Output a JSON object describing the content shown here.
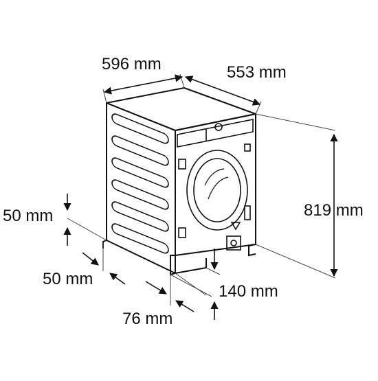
{
  "labels": {
    "width": "596 mm",
    "depth": "553 mm",
    "height": "819 mm",
    "adjust_top": "50 mm",
    "adjust_side": "50 mm",
    "plinth_depth": "76 mm",
    "plinth_height": "140 mm"
  },
  "colors": {
    "line": "#111111",
    "guide": "#444444",
    "background": "#ffffff"
  }
}
